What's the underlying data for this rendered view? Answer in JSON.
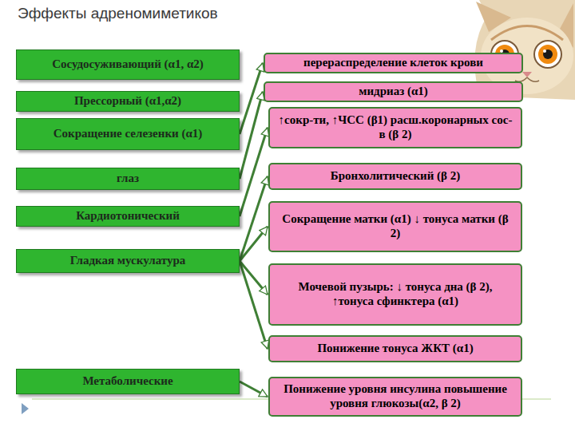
{
  "diagram": {
    "title": "Эффекты  адреномиметиков",
    "nodes": [
      {
        "text": [
          "Сосудосуживающий (α1, α2)"
        ]
      },
      {
        "text": [
          "Прессорный (α1,α2)"
        ]
      },
      {
        "text": [
          "Сокращение селезенки (α1)"
        ]
      },
      {
        "text": [
          "глаз"
        ]
      },
      {
        "text": [
          "Кардиотонический"
        ]
      },
      {
        "text": [
          "Гладкая мускулатура"
        ]
      },
      {
        "text": [
          "Метаболические"
        ]
      },
      {
        "text": [
          "перераспределение  клеток крови"
        ]
      },
      {
        "text": [
          "мидриаз (α1)"
        ]
      },
      {
        "text": [
          "↑сокр-ти, ↑ЧСС (β1) расш.коронарных сос-в (β 2)"
        ]
      },
      {
        "text": [
          "Бронхолитический  (β 2)"
        ]
      },
      {
        "text": [
          "Сокращение матки (α1) ↓ тонуса матки (β 2)"
        ]
      },
      {
        "text": [
          "Мочевой пузырь: ↓ тонуса дна (β 2), ↑тонуса  сфинктера  (α1)"
        ]
      },
      {
        "text": [
          "Понижение тонуса ЖКТ (α1)"
        ]
      },
      {
        "text": [
          "Понижение уровня инсулина повышение уровня глюкозы(α2, β 2)"
        ]
      }
    ],
    "edges": [
      {
        "from": 2,
        "to": 7,
        "arrow": "to"
      },
      {
        "from": 3,
        "to": 8,
        "arrow": "to"
      },
      {
        "from": 4,
        "to": 9,
        "arrow": "to"
      },
      {
        "from": 5,
        "to": 10,
        "arrow": "to"
      },
      {
        "from": 5,
        "to": 11,
        "arrow": "to"
      },
      {
        "from": 5,
        "to": 12,
        "arrow": "to"
      },
      {
        "from": 5,
        "to": 13,
        "arrow": "to"
      },
      {
        "from": 6,
        "to": 14,
        "arrow": "to"
      }
    ]
  }
}
